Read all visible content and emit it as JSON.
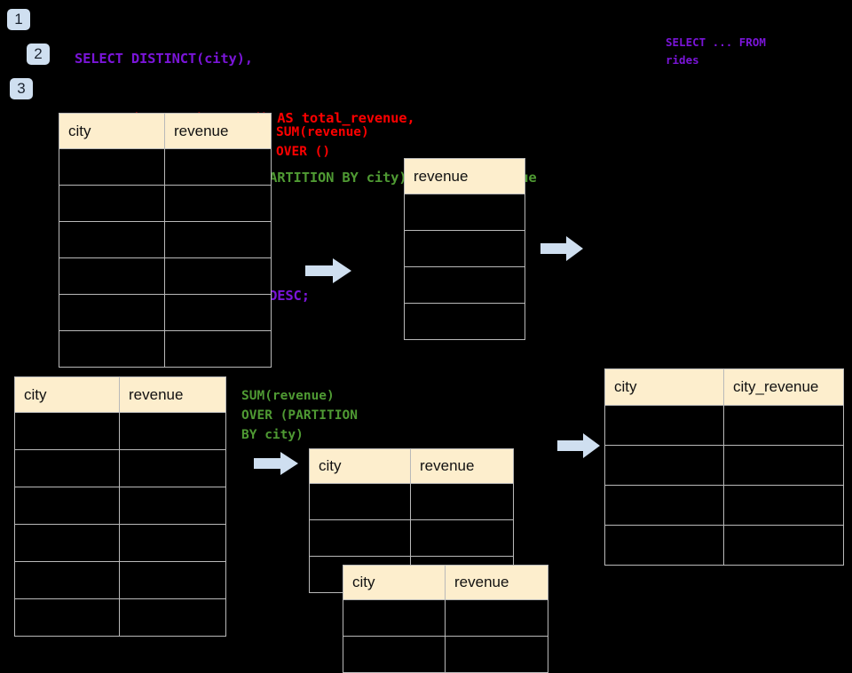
{
  "page": {
    "background": "#000000",
    "badge_color": "#cfdff0",
    "arrow_color": "#cfdff0",
    "header_cell_color": "#fdeecd",
    "grid_line_color": "#b9b9b9"
  },
  "steps": [
    {
      "label": "1"
    },
    {
      "label": "2"
    },
    {
      "label": "3"
    }
  ],
  "sql": {
    "lines": [
      {
        "text": "SELECT DISTINCT(city),",
        "color": "purple"
      },
      {
        "text": "    SUM(revenue) OVER () AS total_revenue,",
        "color": "red"
      },
      {
        "text": "    SUM(revenue) OVER (PARTITION BY city) as city_revenue",
        "color": "green"
      },
      {
        "text": "  FROM rides",
        "color": "purple"
      },
      {
        "text": "  ORDER by city_revenue DESC;",
        "color": "purple"
      }
    ]
  },
  "side_note": {
    "text": "SELECT ... FROM\nrides",
    "color": "#7a15d8"
  },
  "annotations": {
    "total_revenue": {
      "text": "SUM(revenue)\nOVER ()",
      "color": "#ff0000"
    },
    "city_revenue": {
      "text": "SUM(revenue)\nOVER (PARTITION\nBY city)",
      "color": "#4f9a33"
    }
  },
  "tables": {
    "source_top": {
      "name": "rides-source-table-top",
      "headers": [
        "city",
        "revenue"
      ],
      "row_count": 6,
      "rows": [
        [
          "",
          ""
        ],
        [
          "",
          ""
        ],
        [
          "",
          ""
        ],
        [
          "",
          ""
        ],
        [
          "",
          ""
        ],
        [
          "",
          ""
        ]
      ]
    },
    "total_revenue": {
      "name": "total-revenue-table",
      "headers": [
        "revenue"
      ],
      "row_count": 4,
      "rows": [
        [
          ""
        ],
        [
          ""
        ],
        [
          ""
        ],
        [
          ""
        ]
      ]
    },
    "source_bottom": {
      "name": "rides-source-table-bottom",
      "headers": [
        "city",
        "revenue"
      ],
      "row_count": 6,
      "rows": [
        [
          "",
          ""
        ],
        [
          "",
          ""
        ],
        [
          "",
          ""
        ],
        [
          "",
          ""
        ],
        [
          "",
          ""
        ],
        [
          "",
          ""
        ]
      ]
    },
    "partition_back": {
      "name": "partition-group-table-back",
      "headers": [
        "city",
        "revenue"
      ],
      "row_count": 3,
      "rows": [
        [
          "",
          ""
        ],
        [
          "",
          ""
        ],
        [
          "",
          ""
        ]
      ]
    },
    "partition_front": {
      "name": "partition-group-table-front",
      "headers": [
        "city",
        "revenue"
      ],
      "row_count": 2,
      "rows": [
        [
          "",
          ""
        ],
        [
          "",
          ""
        ]
      ]
    },
    "result": {
      "name": "result-table",
      "headers": [
        "city",
        "city_revenue"
      ],
      "row_count": 4,
      "rows": [
        [
          "",
          ""
        ],
        [
          "",
          ""
        ],
        [
          "",
          ""
        ],
        [
          "",
          ""
        ]
      ]
    }
  },
  "arrows": [
    {
      "name": "arrow-source-to-total-revenue"
    },
    {
      "name": "arrow-total-revenue-to-result"
    },
    {
      "name": "arrow-source-to-partition"
    },
    {
      "name": "arrow-partition-to-result"
    }
  ]
}
